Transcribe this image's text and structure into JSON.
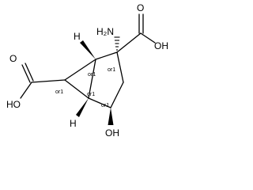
{
  "molecule": {
    "atoms": {
      "nh2": {
        "element": "N",
        "text": "H₂N"
      },
      "acid_right_o": {
        "element": "O",
        "text": "O"
      },
      "acid_right_oh": {
        "element": "O",
        "text": "OH"
      },
      "acid_left_o": {
        "element": "O",
        "text": "O"
      },
      "acid_left_oh": {
        "element": "O",
        "text": "HO"
      },
      "hydroxyl": {
        "element": "O",
        "text": "OH"
      },
      "h_top": {
        "element": "H",
        "text": "H"
      },
      "h_bottom": {
        "element": "H",
        "text": "H"
      }
    },
    "stereo_labels": {
      "c2": "or1",
      "c1": "or1",
      "c6": "or1",
      "c5": "or1",
      "c4": "or1"
    }
  }
}
